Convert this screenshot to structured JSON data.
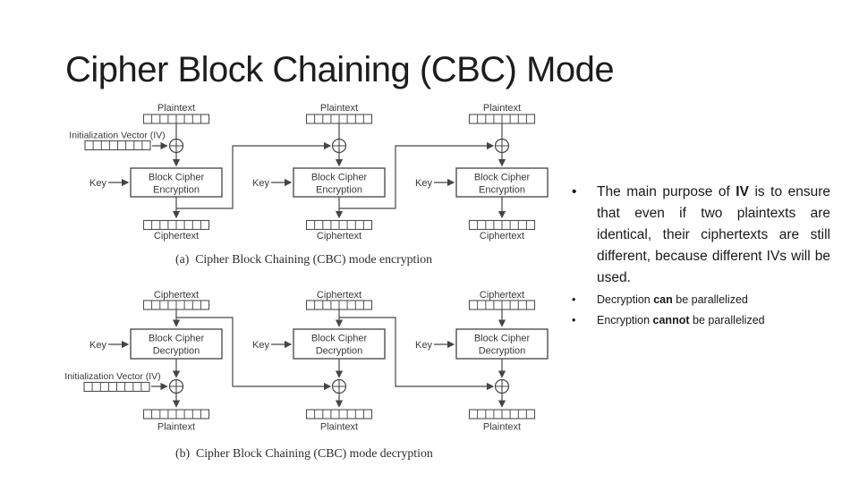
{
  "title": "Cipher Block Chaining (CBC) Mode",
  "colors": {
    "text": "#1d1d1d",
    "diagram_line": "#474747"
  },
  "icons": {
    "bullet_char": "•",
    "xor_symbol": "⊕"
  },
  "diagram": {
    "labels": {
      "plaintext": "Plaintext",
      "ciphertext": "Ciphertext",
      "iv": "Initialization Vector (IV)",
      "key": "Key",
      "block_cipher": "Block Cipher",
      "encryption": "Encryption",
      "decryption": "Decryption"
    },
    "captions": {
      "encryption": "(a)  Cipher Block Chaining (CBC) mode encryption",
      "decryption": "(b)  Cipher Block Chaining (CBC) mode decryption"
    }
  },
  "bullets": {
    "main": {
      "pre": "The main purpose of ",
      "bold": "IV",
      "post": " is to ensure that even if two plaintexts are identical, their ciphertexts are still different, because different IVs will be used."
    },
    "sub": [
      {
        "pre": "Decryption ",
        "bold": "can",
        "post": " be parallelized"
      },
      {
        "pre": "Encryption ",
        "bold": "cannot",
        "post": " be parallelized"
      }
    ]
  }
}
